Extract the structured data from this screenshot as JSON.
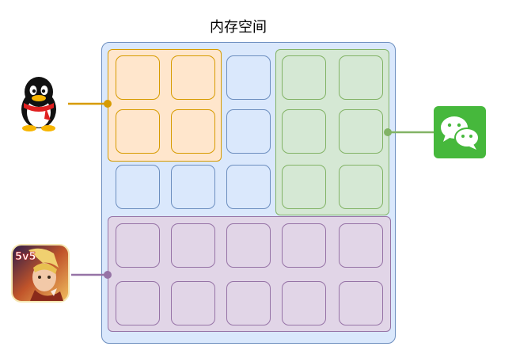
{
  "title": "内存空间",
  "apps": [
    {
      "name": "qq-penguin",
      "color": "#d79b00",
      "region": "orange"
    },
    {
      "name": "wechat",
      "color": "#82b366",
      "region": "green"
    },
    {
      "name": "honor-of-kings",
      "icon_text": "5v5",
      "color": "#9673a6",
      "region": "purple"
    }
  ],
  "regions": {
    "orange": {
      "fill": "#ffe6cc",
      "stroke": "#d79b00"
    },
    "green": {
      "fill": "#d5e8d4",
      "stroke": "#82b366"
    },
    "purple": {
      "fill": "#e1d5e7",
      "stroke": "#9673a6"
    },
    "free": {
      "fill": "#dae8fc",
      "stroke": "#6c8ebf"
    }
  }
}
